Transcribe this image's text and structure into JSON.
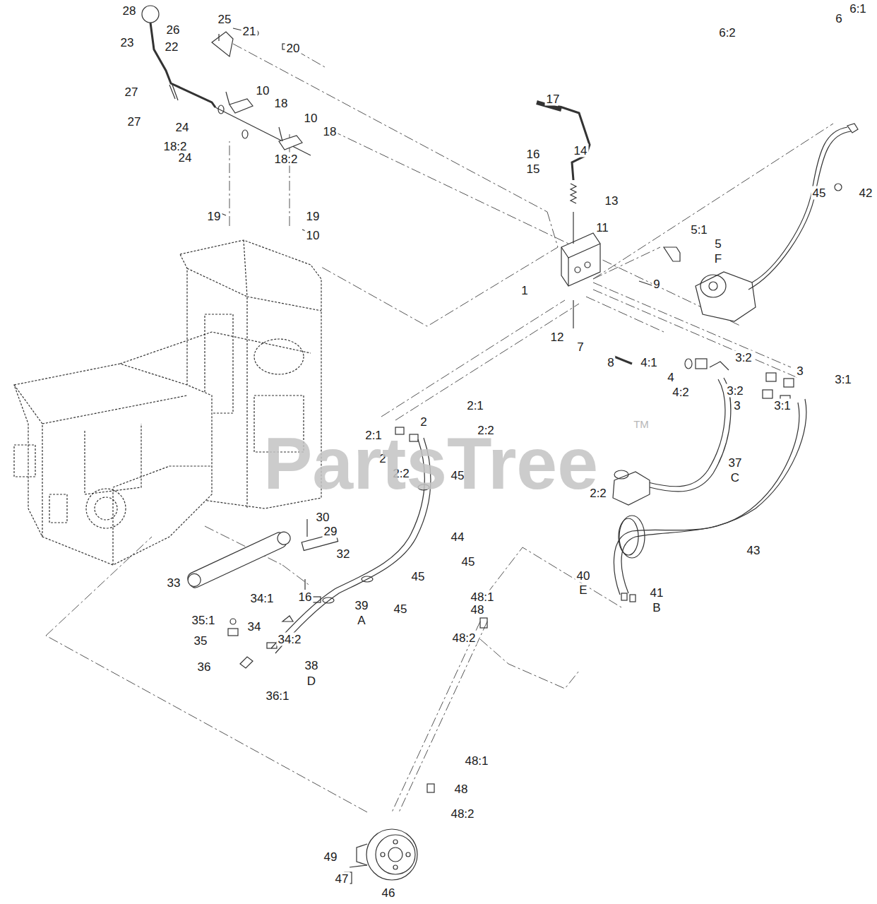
{
  "diagram": {
    "labels": [
      "28",
      "23",
      "26",
      "25",
      "21",
      "22",
      "20",
      "10",
      "27",
      "27",
      "18",
      "24",
      "18:2",
      "10",
      "18",
      "24",
      "18:2",
      "19",
      "19",
      "10",
      "17",
      "16",
      "14",
      "15",
      "13",
      "11",
      "5:1",
      "5",
      "F",
      "6:1",
      "6",
      "6:2",
      "45",
      "42",
      "9",
      "1",
      "12",
      "7",
      "8",
      "4:1",
      "4",
      "4:2",
      "3:2",
      "3",
      "3:1",
      "3:2",
      "3",
      "3:1",
      "2:1",
      "2",
      "2:2",
      "2:1",
      "2",
      "2:2",
      "45",
      "37",
      "C",
      "2:2",
      "44",
      "43",
      "30",
      "29",
      "32",
      "45",
      "45",
      "33",
      "34:1",
      "16",
      "40",
      "E",
      "41",
      "B",
      "48:1",
      "45",
      "48",
      "39",
      "A",
      "35:1",
      "48:2",
      "35",
      "34",
      "34:2",
      "36",
      "38",
      "D",
      "36:1",
      "48:1",
      "48",
      "48:2",
      "49",
      "47",
      "46",
      "PartsTree",
      "TM"
    ]
  }
}
